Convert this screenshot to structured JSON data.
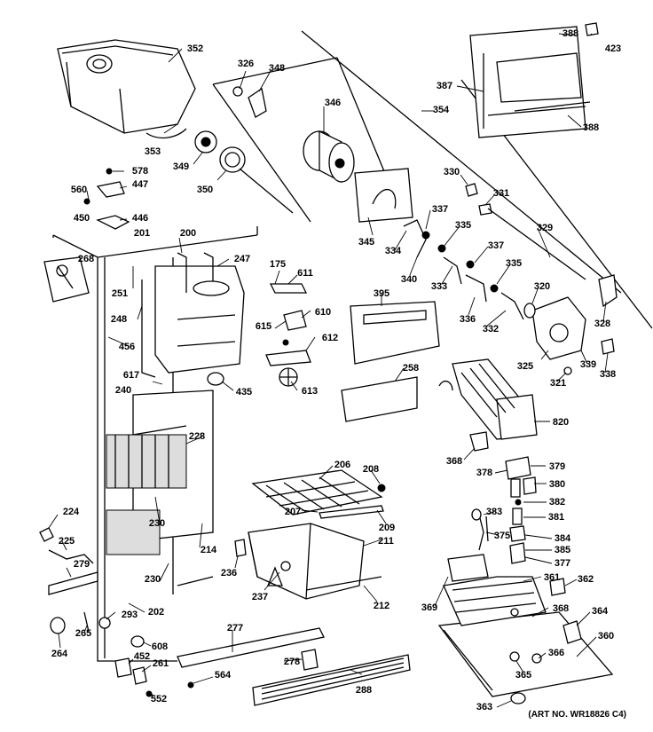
{
  "labels": {
    "p352": "352",
    "p326": "326",
    "p348": "348",
    "p346": "346",
    "p353": "353",
    "p349": "349",
    "p350": "350",
    "p578": "578",
    "p447": "447",
    "p560": "560",
    "p450": "450",
    "p446": "446",
    "p201": "201",
    "p200": "200",
    "p247": "247",
    "p268": "268",
    "p251": "251",
    "p248": "248",
    "p456": "456",
    "p617": "617",
    "p240": "240",
    "p175": "175",
    "p611": "611",
    "p615": "615",
    "p610": "610",
    "p612": "612",
    "p613": "613",
    "p435": "435",
    "p228": "228",
    "p224": "224",
    "p225": "225",
    "p279": "279",
    "p230a": "230",
    "p230b": "230",
    "p214": "214",
    "p202": "202",
    "p293": "293",
    "p265": "265",
    "p264": "264",
    "p608": "608",
    "p452": "452",
    "p261": "261",
    "p552": "552",
    "p564": "564",
    "p277": "277",
    "p278": "278",
    "p288": "288",
    "p236": "236",
    "p237": "237",
    "p206": "206",
    "p208": "208",
    "p207": "207",
    "p209": "209",
    "p211": "211",
    "p212": "212",
    "p345": "345",
    "p334": "334",
    "p340": "340",
    "p337a": "337",
    "p335a": "335",
    "p333": "333",
    "p337b": "337",
    "p335b": "335",
    "p336": "336",
    "p332": "332",
    "p330": "330",
    "p331": "331",
    "p329": "329",
    "p320": "320",
    "p328": "328",
    "p325": "325",
    "p339": "339",
    "p321": "321",
    "p338": "338",
    "p395": "395",
    "p258": "258",
    "p820": "820",
    "p368a": "368",
    "p378": "378",
    "p379": "379",
    "p380": "380",
    "p382": "382",
    "p381": "381",
    "p383": "383",
    "p375": "375",
    "p384": "384",
    "p385": "385",
    "p377": "377",
    "p361": "361",
    "p362": "362",
    "p369": "369",
    "p368b": "368",
    "p364b": "364",
    "p360": "360",
    "p366": "366",
    "p365": "365",
    "p363": "363",
    "p387": "387",
    "p388a": "388",
    "p423": "423",
    "p388b": "388",
    "p354": "354"
  },
  "art_number": "(ART NO. WR18826 C4)"
}
